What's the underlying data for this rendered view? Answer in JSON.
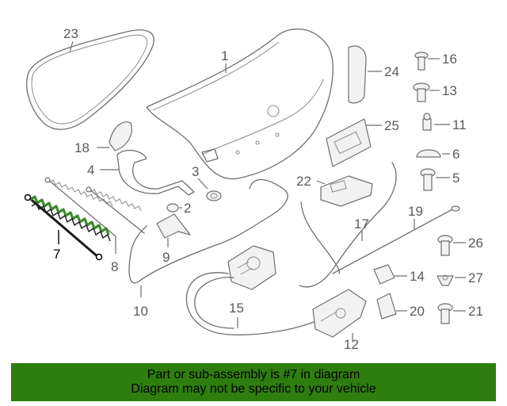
{
  "diagram": {
    "callouts": [
      "1",
      "2",
      "3",
      "4",
      "5",
      "6",
      "7",
      "8",
      "9",
      "10",
      "11",
      "12",
      "13",
      "14",
      "15",
      "16",
      "17",
      "18",
      "19",
      "20",
      "21",
      "22",
      "23",
      "24",
      "25",
      "26",
      "27"
    ],
    "highlighted_callout": "7",
    "highlight_color": "#3b8a2c"
  },
  "banner": {
    "line1": "Part or sub-assembly is #7 in diagram",
    "line2": "Diagram may not be specific to your vehicle",
    "background": "#2e7d0f"
  }
}
